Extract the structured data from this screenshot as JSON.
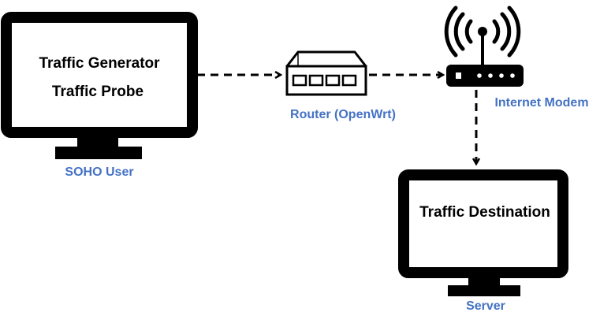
{
  "colors": {
    "label_blue": "#4472c4",
    "stroke": "#000000",
    "screen": "#ffffff"
  },
  "soho_monitor": {
    "line1": "Traffic Generator",
    "line2": "Traffic Probe",
    "label": "SOHO User"
  },
  "router": {
    "label": "Router (OpenWrt)",
    "icon": "router-icon"
  },
  "modem": {
    "label": "Internet Modem",
    "icon": "wifi-modem-icon"
  },
  "server_monitor": {
    "line1": "Traffic Destination",
    "label": "Server"
  }
}
